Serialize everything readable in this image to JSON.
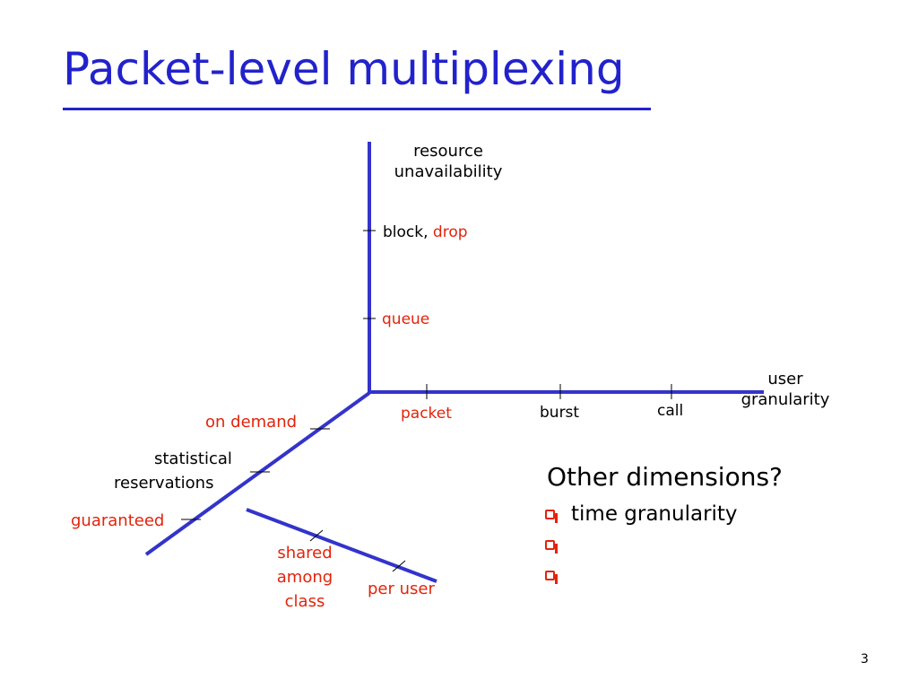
{
  "title": "Packet-level multiplexing",
  "axes": {
    "vertical": {
      "label": [
        "resource",
        "unavailability"
      ],
      "ticks": [
        {
          "parts": [
            {
              "text": "block, ",
              "color": "#000000"
            },
            {
              "text": "drop",
              "color": "#e3230b"
            }
          ]
        },
        {
          "parts": [
            {
              "text": "queue",
              "color": "#e3230b"
            }
          ]
        }
      ]
    },
    "horizontal": {
      "label": [
        "user",
        "granularity"
      ],
      "ticks": [
        "packet",
        "burst",
        "call"
      ]
    },
    "diagonal": {
      "ticks": [
        "on demand",
        "statistical",
        "reservations",
        "guaranteed"
      ]
    },
    "branch": {
      "ticks": [
        "shared",
        "among",
        "class",
        "per user"
      ]
    }
  },
  "colors": {
    "axis": "#3333cc",
    "accent": "#e3230b",
    "title": "#2222cc"
  },
  "other_dimensions": {
    "heading": "Other dimensions?",
    "items": [
      "time granularity",
      "",
      ""
    ]
  },
  "page_number": "3"
}
